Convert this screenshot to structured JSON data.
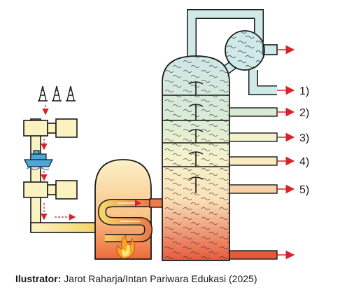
{
  "diagram": {
    "outputs": [
      "1)",
      "2)",
      "3)",
      "4)",
      "5)"
    ]
  },
  "caption": {
    "label": "Ilustrator:",
    "text": " Jarot Raharja/Intan Pariwara Edukasi (2025)"
  },
  "colors": {
    "outline": "#1a1a1a",
    "pipe": "#fbf2c2",
    "pipe_dark": "#f2d878",
    "arrow": "#d8232a",
    "gas": "#cfe8e8",
    "fraction_2": "#d9ebd6",
    "fraction_3": "#eef1cf",
    "fraction_4": "#faecc0",
    "fraction_5": "#f7cfa2",
    "bottom": "#e55a3a"
  }
}
